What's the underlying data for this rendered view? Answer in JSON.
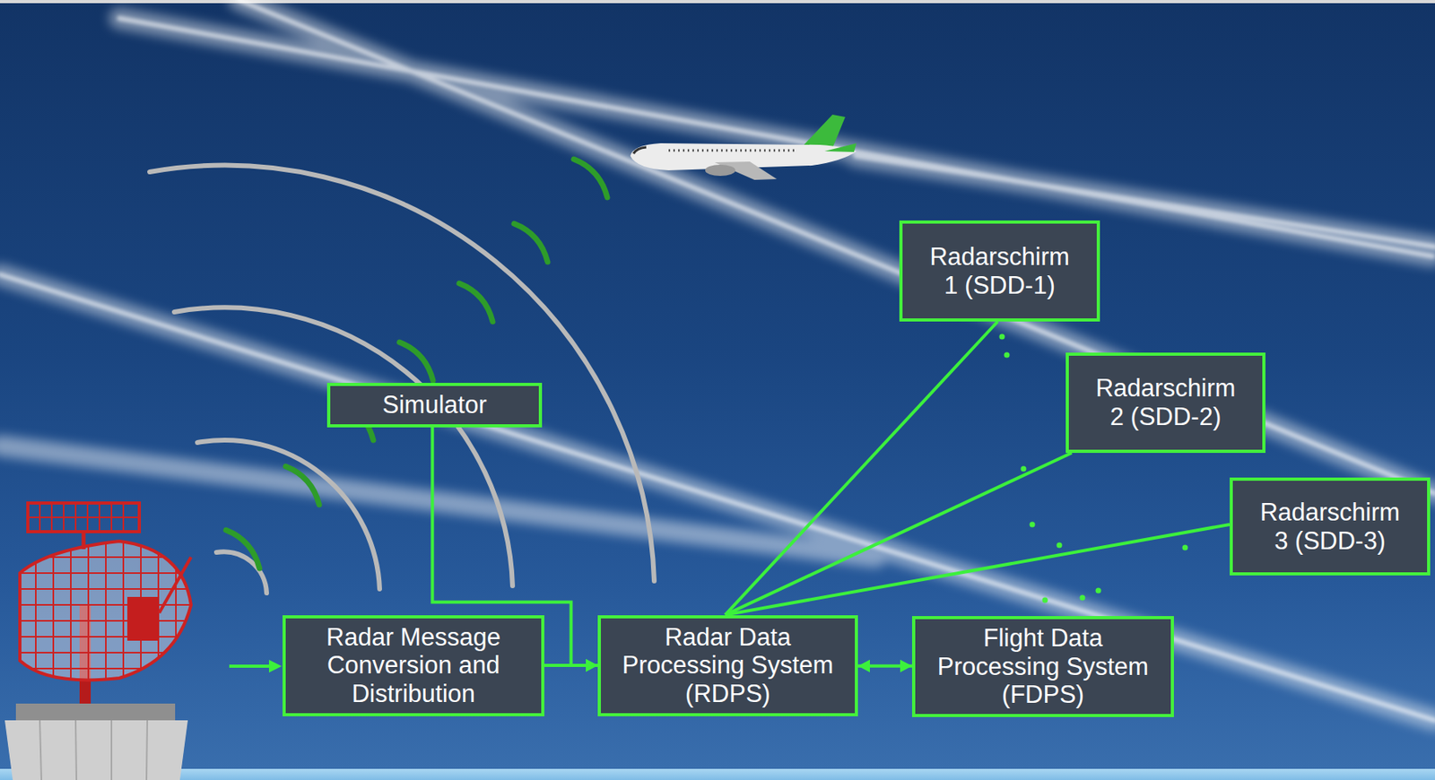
{
  "diagram": {
    "nodes": [
      {
        "text": [
          "Radarschirm 1 (SDD-1)"
        ]
      },
      {
        "text": [
          "Radarschirm 2 (SDD-2)"
        ]
      },
      {
        "text": [
          "Simulator"
        ]
      },
      {
        "text": [
          "Radarschirm 3 (SDD-3)"
        ]
      },
      {
        "text": [
          "Radar Message Conversion and Distribution"
        ]
      },
      {
        "text": [
          "Radar Data Processing System (RDPS)"
        ]
      },
      {
        "text": [
          "Flight Data Processing System (FDPS)"
        ]
      }
    ],
    "edges": [
      {
        "from": 2,
        "to": 5,
        "arrow": "to"
      },
      {
        "from": 4,
        "to": 5,
        "arrow": "to"
      },
      {
        "from": 5,
        "to": 6,
        "arrow": "both"
      },
      {
        "from": 5,
        "to": 0,
        "arrow": "none"
      },
      {
        "from": 5,
        "to": 1,
        "arrow": "none"
      },
      {
        "from": 5,
        "to": 3,
        "arrow": "none"
      }
    ]
  }
}
